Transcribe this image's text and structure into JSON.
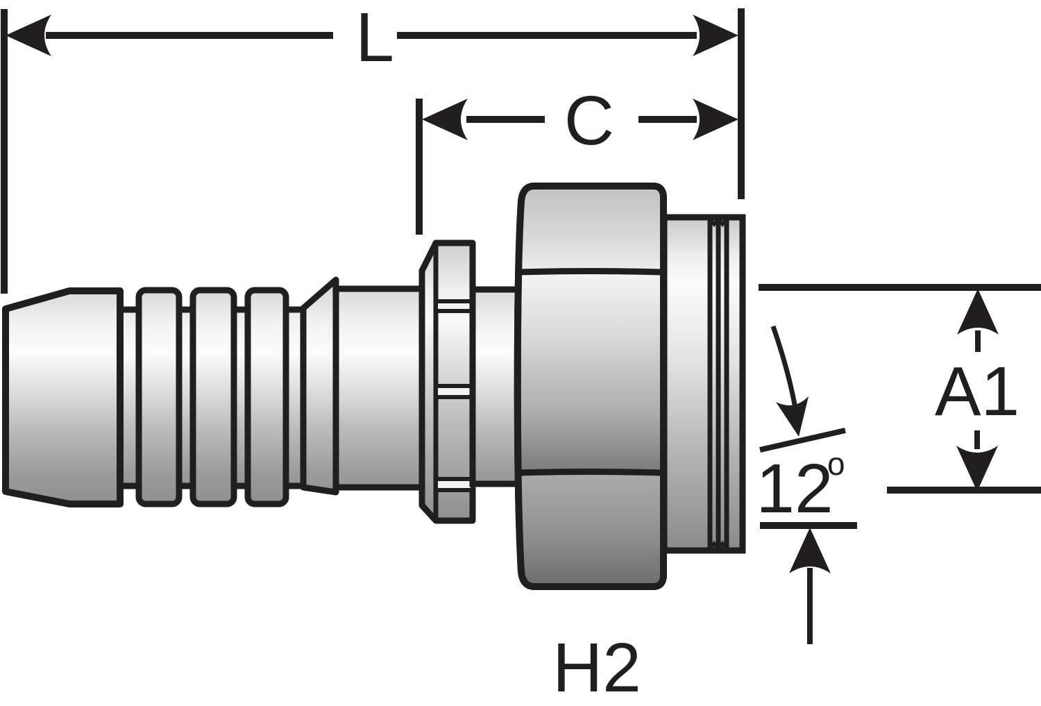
{
  "drawing": {
    "description": "Technical dimension drawing of a hydraulic hose coupling with hose barb stem, swivel hex nut and 12-degree cone seal face",
    "ink_color": "#211e1f",
    "background_color": "#ffffff"
  },
  "labels": {
    "overall_length": "L",
    "cutoff_length": "C",
    "seat_diameter": "A1",
    "seat_angle_value": "12",
    "seat_angle_degree": "o",
    "hex_size": "H2"
  }
}
